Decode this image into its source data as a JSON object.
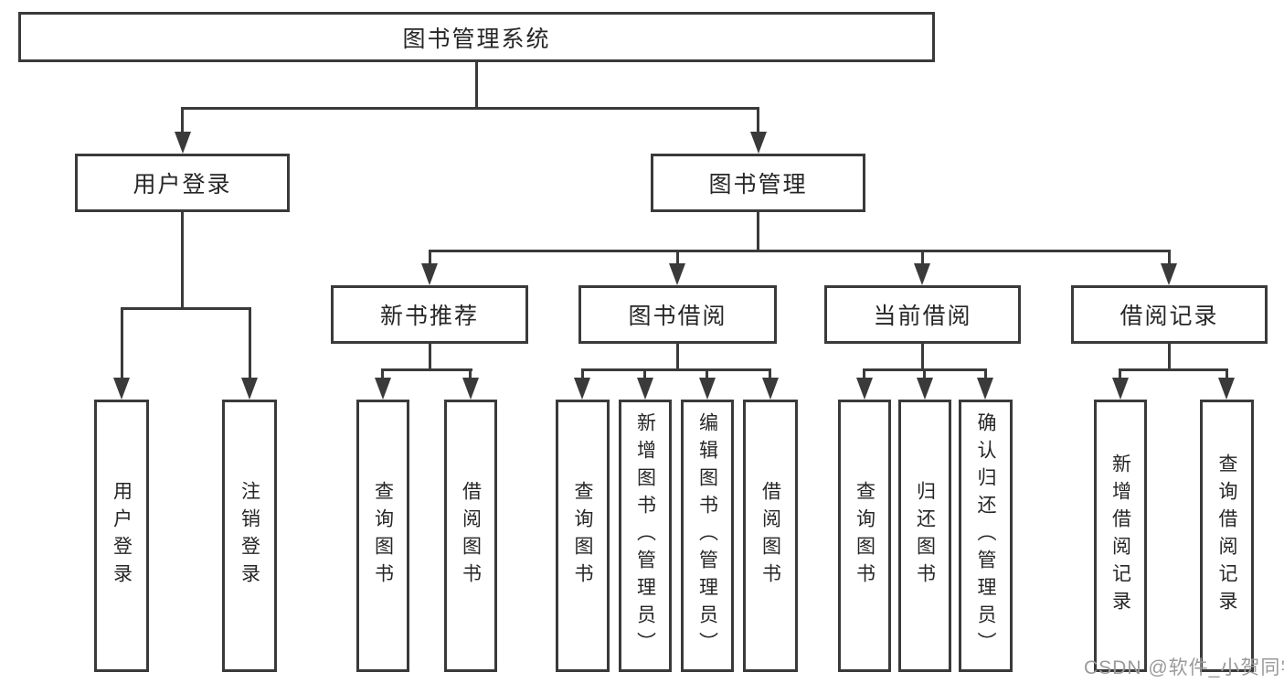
{
  "diagram": {
    "root": {
      "label": "图书管理系统"
    },
    "branches": [
      {
        "label": "用户登录",
        "children": [
          {
            "label": "用户登录"
          },
          {
            "label": "注销登录"
          }
        ]
      },
      {
        "label": "图书管理",
        "children": [
          {
            "label": "新书推荐",
            "children": [
              {
                "label": "查询图书"
              },
              {
                "label": "借阅图书"
              }
            ]
          },
          {
            "label": "图书借阅",
            "children": [
              {
                "label": "查询图书"
              },
              {
                "label": "新增图书（管理员）"
              },
              {
                "label": "编辑图书（管理员）"
              },
              {
                "label": "借阅图书"
              }
            ]
          },
          {
            "label": "当前借阅",
            "children": [
              {
                "label": "查询图书"
              },
              {
                "label": "归还图书"
              },
              {
                "label": "确认归还（管理员）"
              }
            ]
          },
          {
            "label": "借阅记录",
            "children": [
              {
                "label": "新增借阅记录"
              },
              {
                "label": "查询借阅记录"
              }
            ]
          }
        ]
      }
    ]
  },
  "watermark": {
    "text": "CSDN @软件_小贺同学"
  },
  "colors": {
    "line": "#3a3a3a",
    "text": "#262626",
    "watermark": "#9a9a9a",
    "background": "#ffffff"
  }
}
